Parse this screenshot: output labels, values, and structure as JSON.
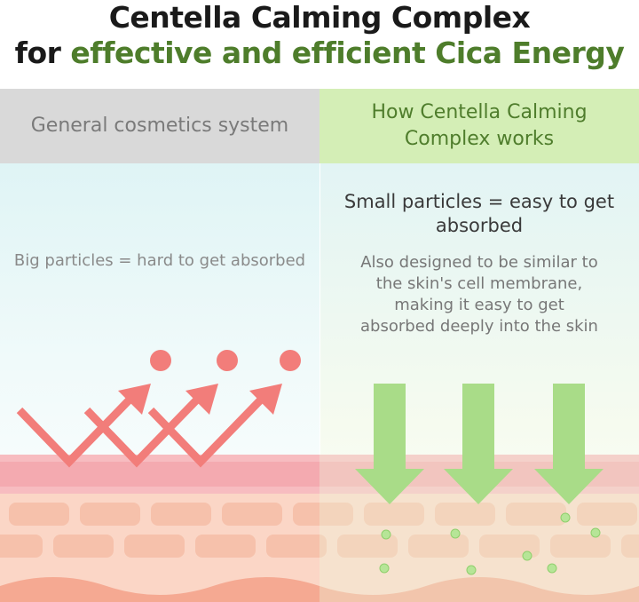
{
  "title": {
    "line1": "Centella Calming Complex",
    "line2_prefix": "for ",
    "line2_highlight": "effective and efficient Cica Energy"
  },
  "columns": {
    "left": {
      "header": "General cosmetics system",
      "description": "Big particles = hard to get absorbed"
    },
    "right": {
      "header_line1": "How Centella Calming",
      "header_line2": "Complex works",
      "subheading_line1": "Small particles = easy to get",
      "subheading_line2": "absorbed",
      "desc_line1": "Also designed to be similar to",
      "desc_line2": "the skin's cell membrane,",
      "desc_line3": "making it easy to get",
      "desc_line4": "absorbed deeply into the skin"
    }
  },
  "colors": {
    "title_accent": "#4e7d2b",
    "left_header_bg": "#d9d9d9",
    "right_header_bg": "#d4eeb6",
    "arrow_red": "#f27d7a",
    "arrow_green": "#a9dc88",
    "skin_pink": "#f6b5b5",
    "cell_peach": "#f8c9b5"
  }
}
